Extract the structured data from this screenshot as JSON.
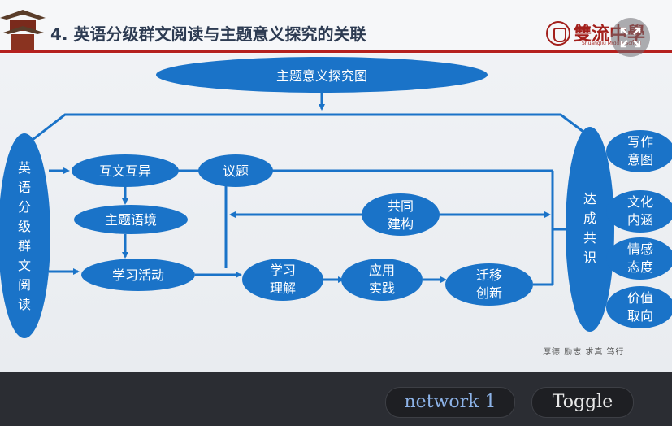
{
  "slide": {
    "title": "4. 英语分级群文阅读与主题意义探究的关联",
    "logo_text": "雙流中學",
    "logo_sub": "Shuangliu Middle School",
    "motto": "厚德 励志 求真 笃行"
  },
  "diagram": {
    "top_node": "主题意义探究图",
    "left_column": [
      "英",
      "语",
      "分",
      "级",
      "群",
      "文",
      "阅",
      "读"
    ],
    "nodes": {
      "huwen": "互文互异",
      "yiti": "议题",
      "zhuti_yujing": "主题语境",
      "xuexi_huodong": "学习活动",
      "gongtong": [
        "共同",
        "建构"
      ],
      "xuexi_lijie": [
        "学习",
        "理解"
      ],
      "yingyong": [
        "应用",
        "实践"
      ],
      "qianyi": [
        "迁移",
        "创新"
      ]
    },
    "center_right": [
      "达",
      "成",
      "共",
      "识"
    ],
    "right_nodes": [
      [
        "写作",
        "意图"
      ],
      [
        "文化",
        "内涵"
      ],
      [
        "情感",
        "态度"
      ],
      [
        "价值",
        "取向"
      ]
    ],
    "colors": {
      "node": "#1a73c8",
      "arrow": "#1a73c8",
      "accent": "#b5211f"
    }
  },
  "bottom_bar": {
    "network_label": "network 1",
    "toggle_label": "Toggle"
  }
}
